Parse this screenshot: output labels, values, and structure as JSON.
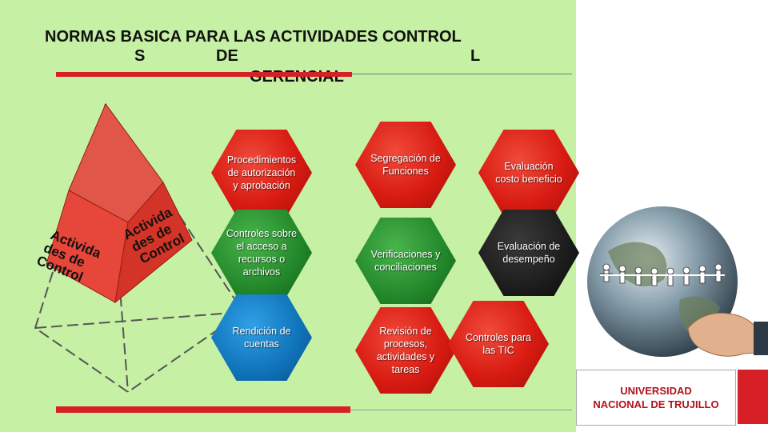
{
  "slide": {
    "title": {
      "line1": "NORMAS BASICA  PARA LAS ACTIVIDADES  CONTROL",
      "frag_s": "S",
      "frag_de": "DE",
      "frag_l": "L",
      "line3": "GERENCIAL"
    },
    "pyramid": {
      "left_face": "Actividades de Control",
      "right_face": "Actividades de Control"
    },
    "hexagons": [
      {
        "label": "Procedimientos de autorización y aprobación",
        "color": "red"
      },
      {
        "label": "Segregación de Funciones",
        "color": "red"
      },
      {
        "label": "Evaluación costo beneficio",
        "color": "red"
      },
      {
        "label": "Controles sobre el acceso a recursos o archivos",
        "color": "green"
      },
      {
        "label": "Verificaciones y conciliaciones",
        "color": "green"
      },
      {
        "label": "Evaluación de desempeño",
        "color": "dark"
      },
      {
        "label": "Rendición de cuentas",
        "color": "blue"
      },
      {
        "label": "Revisión de procesos, actividades y tareas",
        "color": "red"
      },
      {
        "label": "Controles para las TIC",
        "color": "red"
      }
    ],
    "university": {
      "line1": "UNIVERSIDAD",
      "line2": "NACIONAL DE TRUJILLO"
    }
  },
  "colors": {
    "slide_background": "#c6f0a4",
    "accent_red": "#d61f26",
    "hex_red": "#d81b12",
    "hex_green": "#22872a",
    "hex_blue": "#0f72b8",
    "hex_dark": "#1c1c1c",
    "university_text": "#b0121b"
  },
  "icons": [
    "pyramid-graphic",
    "globe-with-people-graphic",
    "hand-graphic"
  ]
}
